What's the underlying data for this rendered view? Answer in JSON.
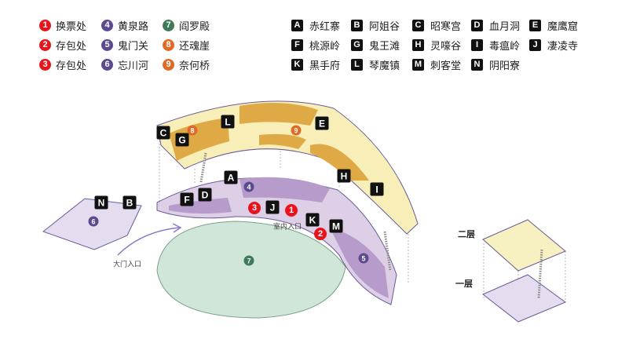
{
  "colors": {
    "red": "#e8141c",
    "purple": "#5b4a8f",
    "green": "#3f7a5a",
    "orange": "#e06a25",
    "upper": "#f7eeb8",
    "upper_dark": "#dfaa45",
    "lower": "#ddd0e6",
    "lower_dark": "#b79bcb",
    "dome": "#cfe6d9"
  },
  "legend_numbers": [
    {
      "n": "1",
      "label": "换票处",
      "color": "#e8141c"
    },
    {
      "n": "2",
      "label": "存包处",
      "color": "#e8141c"
    },
    {
      "n": "3",
      "label": "存包处",
      "color": "#e8141c"
    },
    {
      "n": "4",
      "label": "黄泉路",
      "color": "#5b4a8f"
    },
    {
      "n": "5",
      "label": "鬼门关",
      "color": "#5b4a8f"
    },
    {
      "n": "6",
      "label": "忘川河",
      "color": "#5b4a8f"
    },
    {
      "n": "7",
      "label": "阎罗殿",
      "color": "#3f7a5a"
    },
    {
      "n": "8",
      "label": "还魂崖",
      "color": "#e06a25"
    },
    {
      "n": "9",
      "label": "奈何桥",
      "color": "#e06a25"
    }
  ],
  "legend_letters": [
    {
      "l": "A",
      "label": "赤红寨"
    },
    {
      "l": "B",
      "label": "阿姐谷"
    },
    {
      "l": "C",
      "label": "昭寒宫"
    },
    {
      "l": "D",
      "label": "血月洞"
    },
    {
      "l": "E",
      "label": "魔鹰窟"
    },
    {
      "l": "F",
      "label": "桃源岭"
    },
    {
      "l": "G",
      "label": "鬼王滩"
    },
    {
      "l": "H",
      "label": "灵嚎谷"
    },
    {
      "l": "I",
      "label": "毒瘟岭"
    },
    {
      "l": "J",
      "label": "凄凌寺"
    },
    {
      "l": "K",
      "label": "黑手府"
    },
    {
      "l": "L",
      "label": "琴魔镇"
    },
    {
      "l": "M",
      "label": "刺客堂"
    },
    {
      "l": "N",
      "label": "阴阳寮"
    }
  ],
  "map_labels": {
    "indoor_entrance": "室内入口",
    "main_entrance": "大门入口",
    "floor2": "二层",
    "floor1": "一层"
  }
}
